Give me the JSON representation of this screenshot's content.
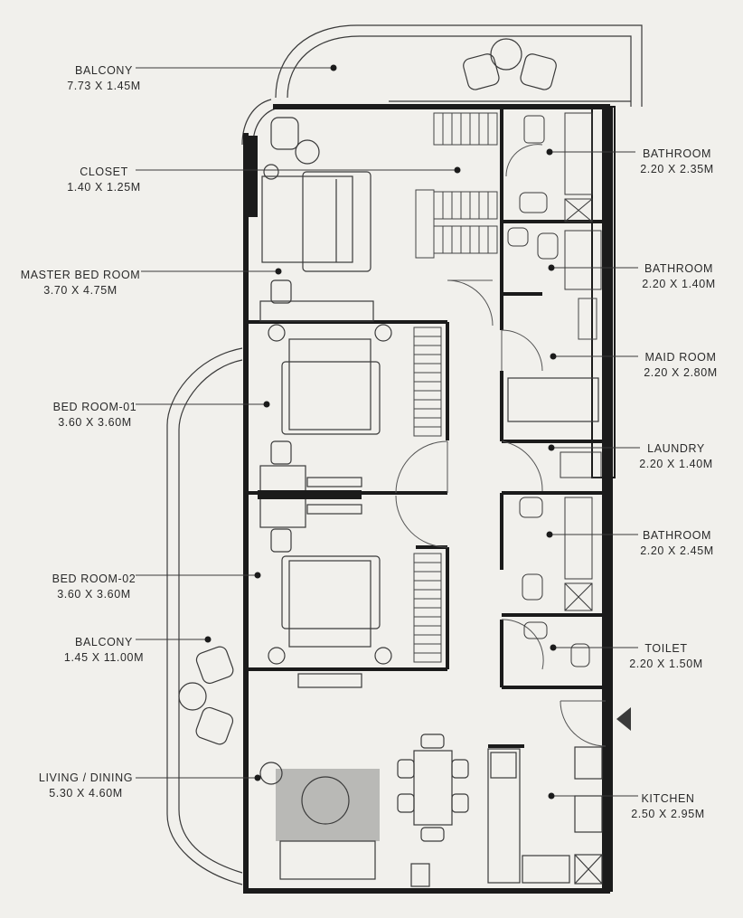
{
  "rooms_left": [
    {
      "id": "balcony-top",
      "name": "BALCONY",
      "size": "7.73 X 1.45M"
    },
    {
      "id": "closet",
      "name": "CLOSET",
      "size": "1.40 X 1.25M"
    },
    {
      "id": "master-bed-room",
      "name": "MASTER BED ROOM",
      "size": "3.70 X 4.75M"
    },
    {
      "id": "bed-room-01",
      "name": "BED ROOM-01",
      "size": "3.60 X 3.60M"
    },
    {
      "id": "bed-room-02",
      "name": "BED ROOM-02",
      "size": "3.60 X 3.60M"
    },
    {
      "id": "balcony-side",
      "name": "BALCONY",
      "size": "1.45 X 11.00M"
    },
    {
      "id": "living-dining",
      "name": "LIVING / DINING",
      "size": "5.30 X 4.60M"
    }
  ],
  "rooms_right": [
    {
      "id": "bathroom-1",
      "name": "BATHROOM",
      "size": "2.20 X 2.35M"
    },
    {
      "id": "bathroom-2",
      "name": "BATHROOM",
      "size": "2.20 X 1.40M"
    },
    {
      "id": "maid-room",
      "name": "MAID ROOM",
      "size": "2.20 X 2.80M"
    },
    {
      "id": "laundry",
      "name": "LAUNDRY",
      "size": "2.20 X 1.40M"
    },
    {
      "id": "bathroom-3",
      "name": "BATHROOM",
      "size": "2.20 X 2.45M"
    },
    {
      "id": "toilet",
      "name": "TOILET",
      "size": "2.20 X 1.50M"
    },
    {
      "id": "kitchen",
      "name": "KITCHEN",
      "size": "2.50 X 2.95M"
    }
  ],
  "colors": {
    "wall": "#1b1b1b",
    "line": "#3a3a3a",
    "background": "#f1f0ec",
    "rug": "#b9b9b6"
  }
}
